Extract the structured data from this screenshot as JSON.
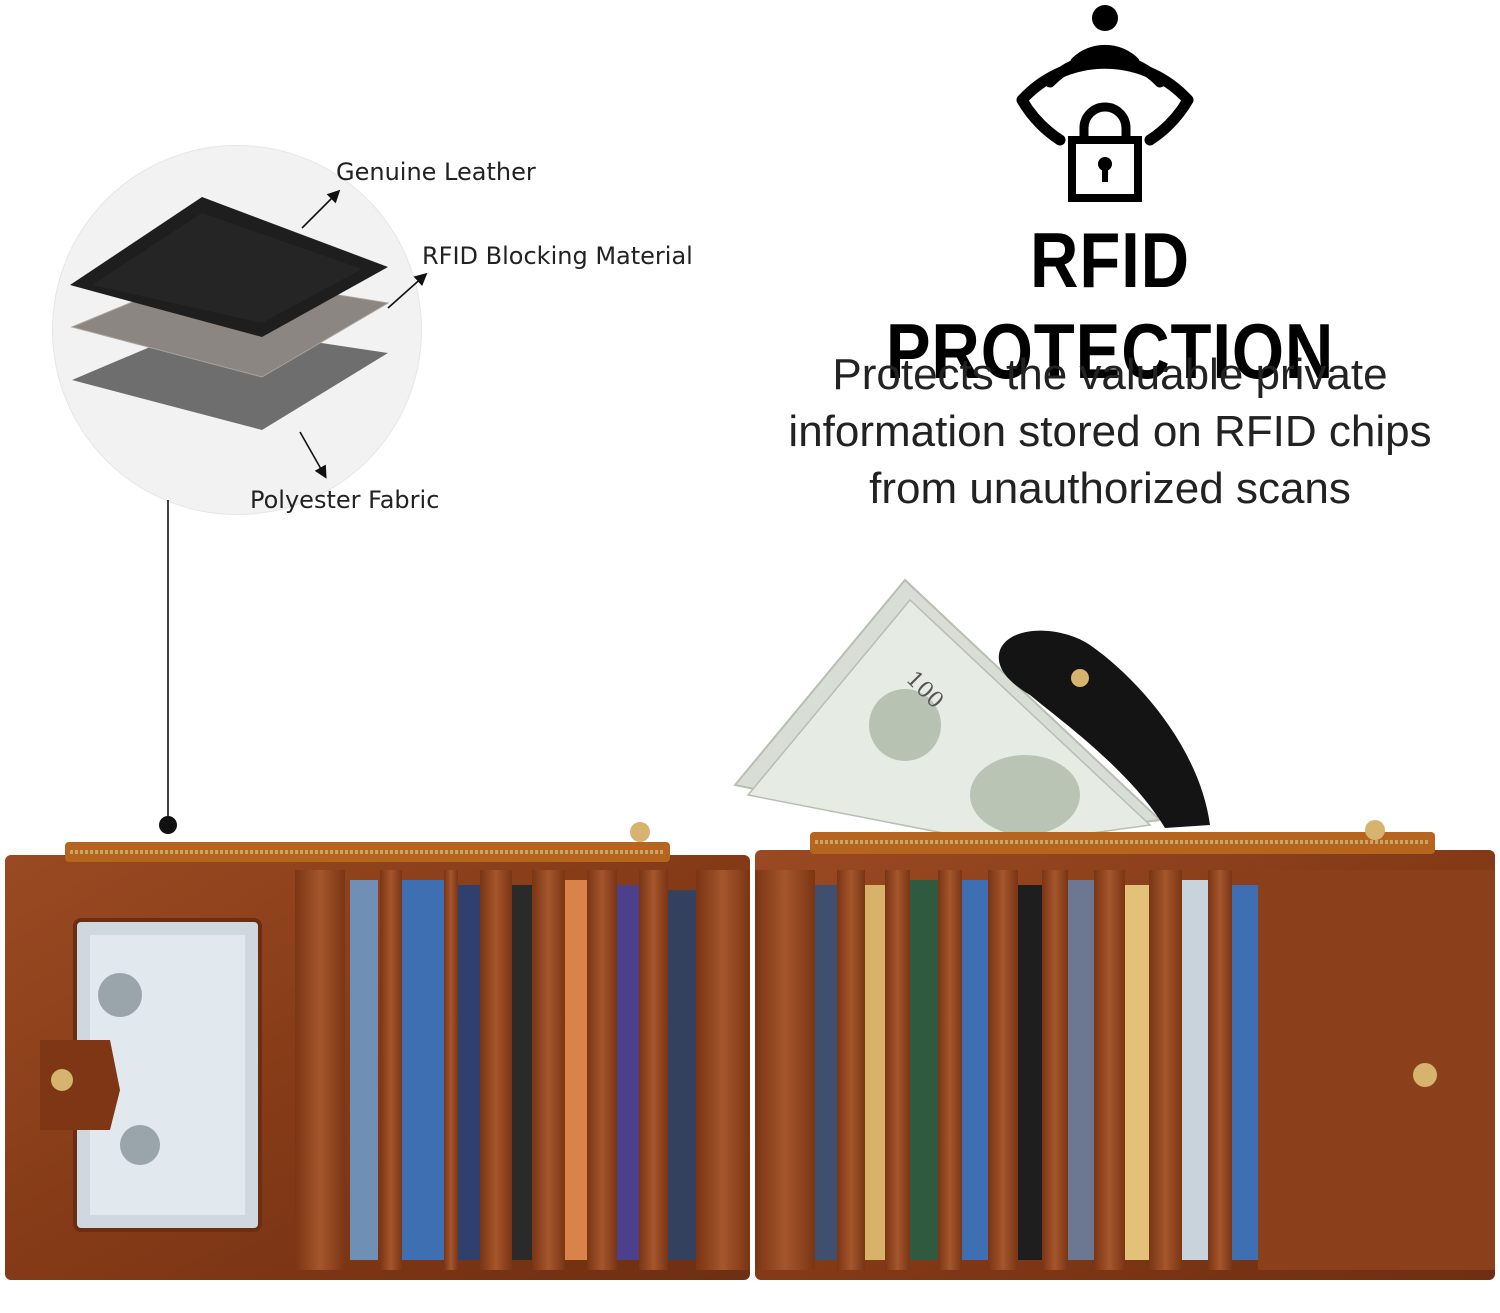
{
  "layers": {
    "leather": "Genuine Leather",
    "rfid": "RFID Blocking Material",
    "polyester": "Polyester Fabric"
  },
  "headline": "RFID PROTECTION",
  "description": [
    "Protects the valuable private",
    "information stored on RFID chips",
    "from unauthorized scans"
  ],
  "icons": {
    "rfid": "wireless-lock-icon"
  },
  "colors": {
    "leather_brown": "#8a3f1c",
    "leather_dark": "#6b2e12",
    "zipper_gold": "#c8a46a",
    "text": "#222222",
    "circle_bg": "#f2f2f2"
  }
}
